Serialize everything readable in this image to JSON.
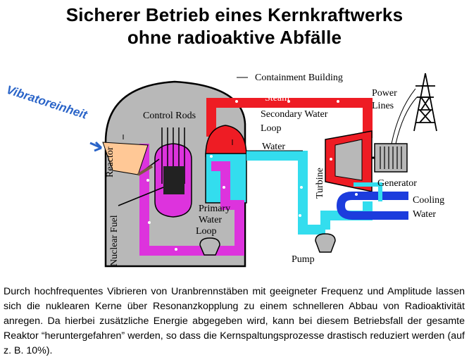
{
  "title_line1": "Sicherer Betrieb eines Kernkraftwerks",
  "title_line2": "ohne radioaktive Abfälle",
  "diagram": {
    "containment": "Containment Building",
    "steam": "Steam",
    "secondary_line1": "Secondary Water",
    "secondary_line2": "Loop",
    "water": "Water",
    "control_rods": "Control Rods",
    "reactor": "Reactor",
    "nuclear_fuel": "Nuclear Fuel",
    "primary_line1": "Primary",
    "primary_line2": "Water",
    "primary_line3": "Loop",
    "turbine": "Turbine",
    "generator": "Generator",
    "power_line1": "Power",
    "power_line2": "Lines",
    "cooling_line1": "Cooling",
    "cooling_line2": "Water",
    "pump": "Pump",
    "vibrator": "Vibratoreinheit",
    "colors": {
      "steam": "#ee1c24",
      "secondary": "#33ddee",
      "primary": "#dd33dd",
      "cooling": "#1c3cdd",
      "containment": "#b8b8b8"
    }
  },
  "caption": "Durch hochfrequentes Vibrieren von Uranbrennstäben mit geeigneter Frequenz und Amplitude lassen sich die nuklearen Kerne über Resonanzkopplung zu einem schnelleren Abbau von Radioaktivität anregen. Da hierbei zusätzliche Energie abgegeben wird, kann bei diesem Betriebsfall der gesamte Reaktor “heruntergefahren” werden, so dass die Kernspaltungsprozesse drastisch reduziert werden (auf z. B. 10%)."
}
